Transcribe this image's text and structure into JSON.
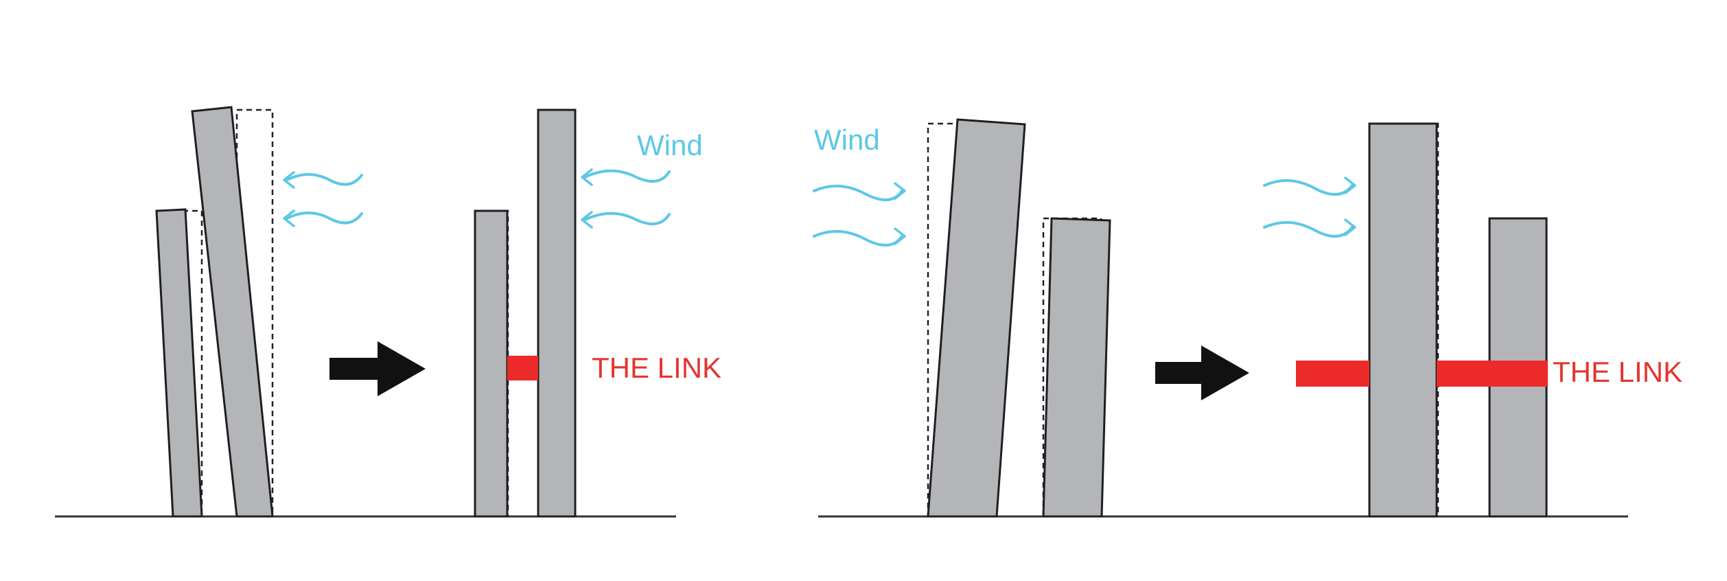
{
  "panels": [
    {
      "wind_label": "Wind",
      "link_label": "THE LINK"
    },
    {
      "wind_label": "Wind",
      "link_label": "THE LINK"
    }
  ],
  "colors": {
    "tower_fill": "#b4b5b9",
    "wind": "#5cc8e6",
    "link": "#ec2a2a",
    "link_text": "#e4352f",
    "arrow": "#111111"
  }
}
